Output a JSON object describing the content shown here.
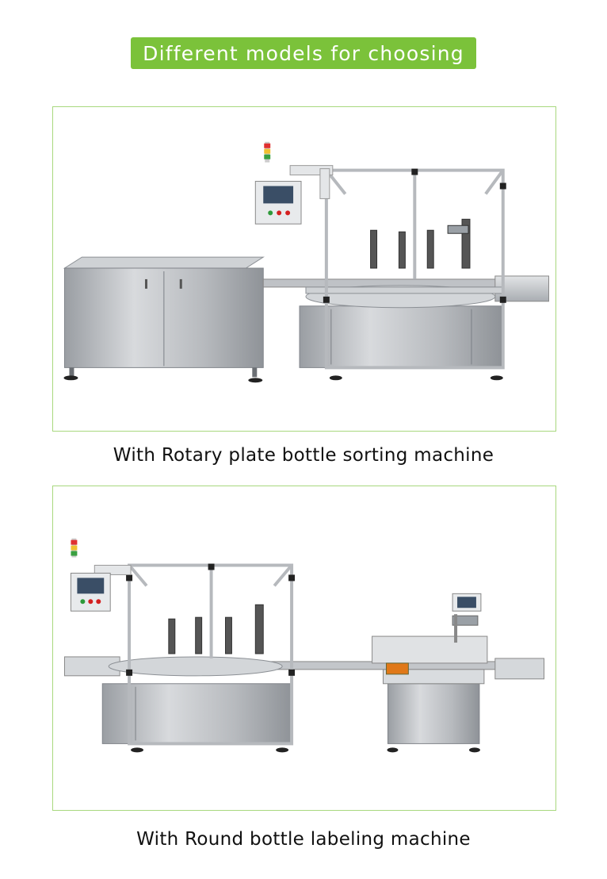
{
  "header": {
    "title": "Different models for choosing",
    "accent_color": "#7bc23a"
  },
  "models": [
    {
      "caption": "With Rotary plate bottle sorting machine",
      "image": "rotary-plate-bottle-sorting-filling-capping-line-photo"
    },
    {
      "caption": "With Round bottle labeling machine",
      "image": "filling-capping-line-with-round-bottle-labeling-machine-photo"
    }
  ]
}
